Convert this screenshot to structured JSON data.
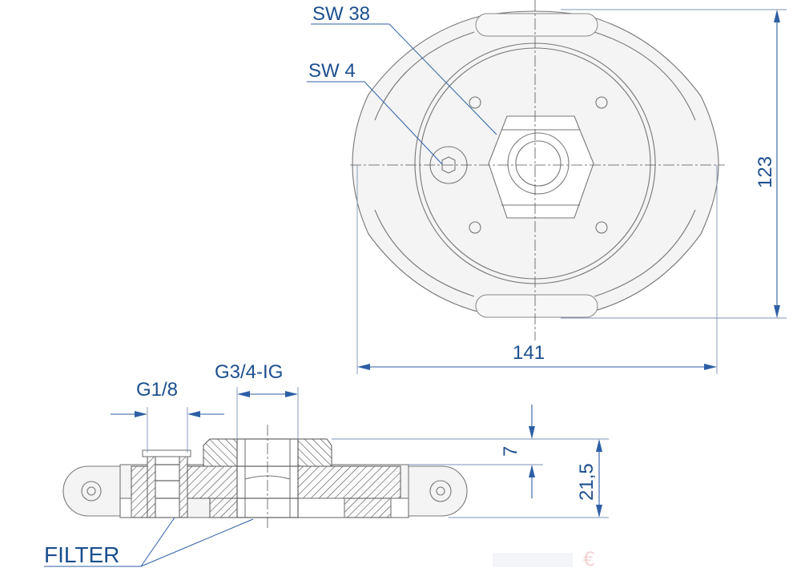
{
  "labels": {
    "sw38": "SW 38",
    "sw4": "SW 4",
    "dim123": "123",
    "dim141": "141",
    "g18": "G1/8",
    "g34": "G3/4-IG",
    "dim7": "7",
    "dim215": "21,5",
    "filter": "FILTER"
  },
  "colors": {
    "dimension": "#2d5fa6",
    "text": "#1c4f8e",
    "outline": "#777777",
    "hatch": "#444444"
  }
}
